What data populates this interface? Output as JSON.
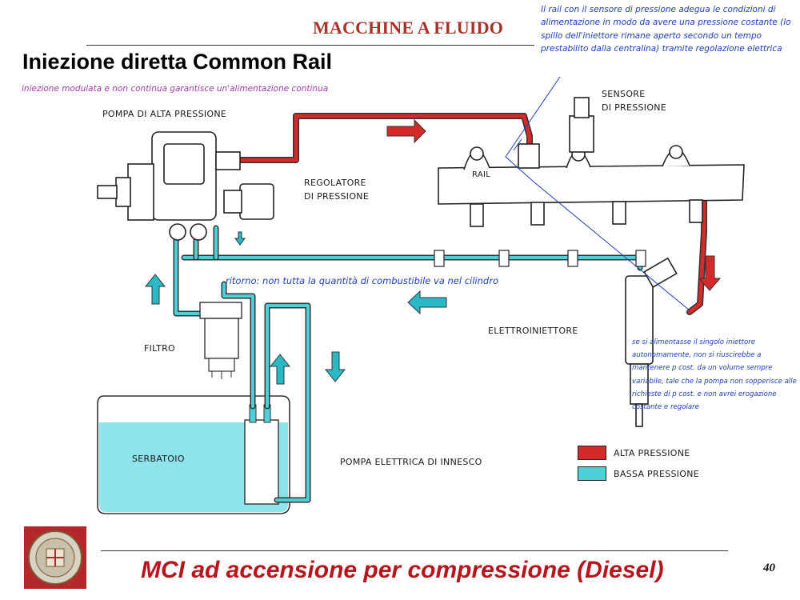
{
  "header": {
    "title": "MACCHINE A FLUIDO",
    "slide_title": "Iniezione diretta Common Rail"
  },
  "annotations": {
    "top_note": "iniezione modulata e non continua garantisce un'alimentazione continua",
    "rail_note": "Il rail con il sensore di pressione adegua le condizioni di alimentazione in modo da avere una pressione costante (lo spillo dell'iniettore rimane aperto secondo un tempo prestabilito dalla centralina) tramite regolazione elettrica",
    "return_note": "ritorno: non tutta la quantità di combustibile va nel cilindro",
    "injector_note": "se si alimentasse il singolo iniettore autonomamente, non si riuscirebbe a mantenere p cost. da un volume sempre variabile, tale che la pompa non sopperisce alle richieste di p cost. e non avrei erogazione costante e regolare"
  },
  "diagram": {
    "labels": {
      "pump_high": "POMPA DI ALTA PRESSIONE",
      "pressure_sensor_line1": "SENSORE",
      "pressure_sensor_line2": "DI PRESSIONE",
      "rail": "RAIL",
      "regulator_line1": "REGOLATORE",
      "regulator_line2": "DI PRESSIONE",
      "injector": "ELETTROINIETTORE",
      "filter": "FILTRO",
      "tank": "SERBATOIO",
      "electric_pump": "POMPA ELETTRICA DI INNESCO"
    },
    "legend": [
      {
        "label": "ALTA PRESSIONE",
        "color": "#d42a2a"
      },
      {
        "label": "BASSA PRESSIONE",
        "color": "#4fd0d8"
      }
    ],
    "colors": {
      "high_pressure": "#d42a2a",
      "low_pressure": "#4fd0d8",
      "fuel": "#8fe3ea",
      "arrow_low": "#29b9c6",
      "annotation_blue": "#1e3fb8",
      "annotation_purple": "#a23bb0"
    }
  },
  "footer": {
    "title": "MCI ad accensione per compressione (Diesel)",
    "page_number": "40",
    "logo": "university-seal-icon"
  }
}
